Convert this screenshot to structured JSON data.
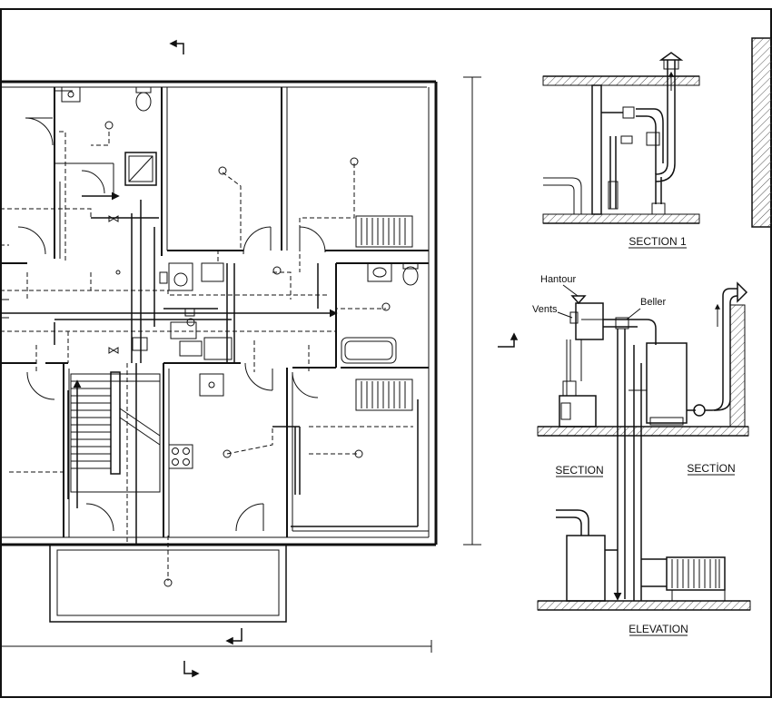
{
  "labels": {
    "section_1": "SECTION 1",
    "section_left": "SECTION",
    "section_right": "SECTİON",
    "elevation": "ELEVATION",
    "hantour": "Hantour",
    "vents": "Vents",
    "beller": "Beller"
  },
  "colors": {
    "ink": "#111111",
    "paper": "#ffffff",
    "hatch": "#555555"
  }
}
